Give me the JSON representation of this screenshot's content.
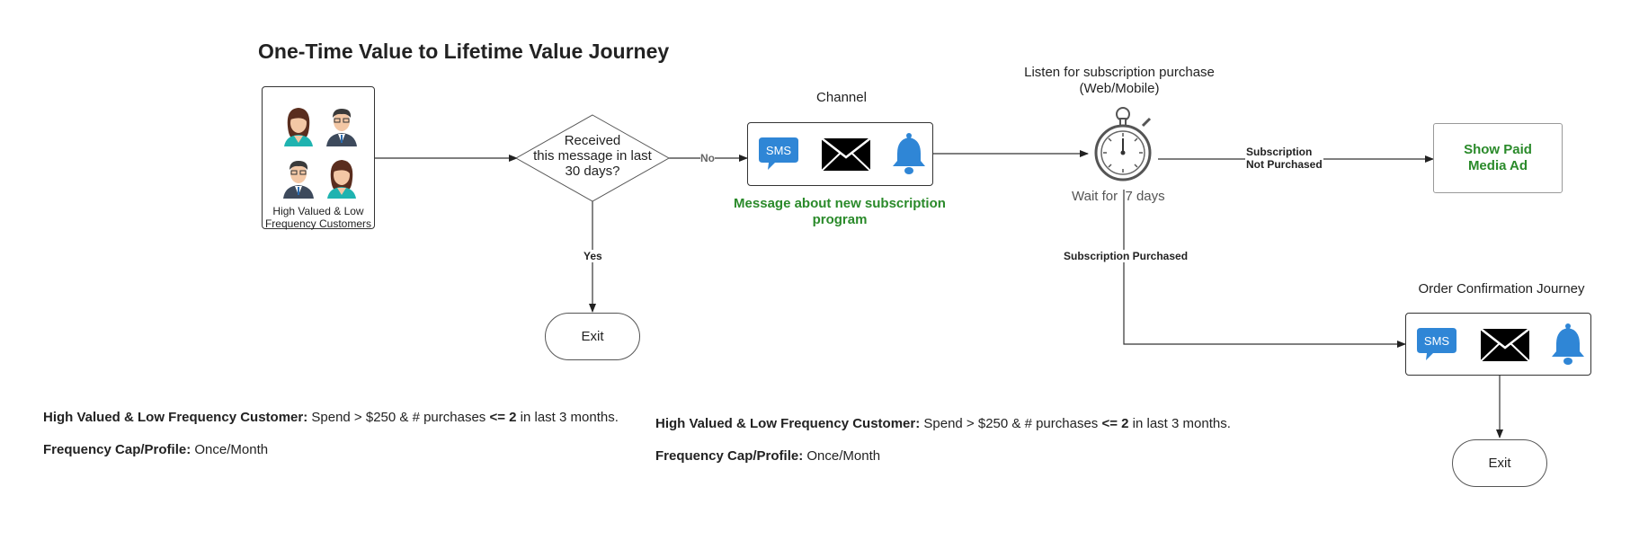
{
  "title": "One-Time Value to Lifetime Value Journey",
  "audience": {
    "label": "High Valued & Low Frequency Customers"
  },
  "decision": {
    "text": "Received\nthis message in last\n30 days?"
  },
  "edges": {
    "no": "No",
    "yes": "Yes",
    "not_purchased": "Subscription\nNot Purchased",
    "purchased": "Subscription Purchased"
  },
  "exit_1": "Exit",
  "exit_2": "Exit",
  "channel": {
    "heading": "Channel",
    "caption": "Message about new subscription program",
    "sms_label": "SMS"
  },
  "wait": {
    "heading": "Listen for subscription purchase\n(Web/Mobile)",
    "label": "Wait for  7 days"
  },
  "paid_media": "Show Paid Media Ad",
  "order_confirmation": {
    "heading": "Order Confirmation Journey",
    "sms_label": "SMS"
  },
  "notes_left": {
    "line1_bold": "High Valued & Low Frequency Customer:",
    "line1_a": " Spend > $250 & # purchases ",
    "line1_op": "<= 2",
    "line1_b": " in last 3 months.",
    "line2_bold": "Frequency Cap/Profile:",
    "line2_val": " Once/Month"
  },
  "notes_right": {
    "line1_bold": "High Valued & Low Frequency Customer:",
    "line1_a": " Spend > $250 & # purchases ",
    "line1_op": "<= 2",
    "line1_b": " in last 3 months.",
    "line2_bold": "Frequency Cap/Profile:",
    "line2_val": " Once/Month"
  },
  "colors": {
    "sms": "#2f86d6",
    "bell": "#2f86d6",
    "green": "#2a8a2a"
  },
  "icons": [
    "woman-avatar-icon",
    "man-avatar-icon",
    "sms-icon",
    "envelope-icon",
    "bell-icon",
    "stopwatch-icon"
  ]
}
